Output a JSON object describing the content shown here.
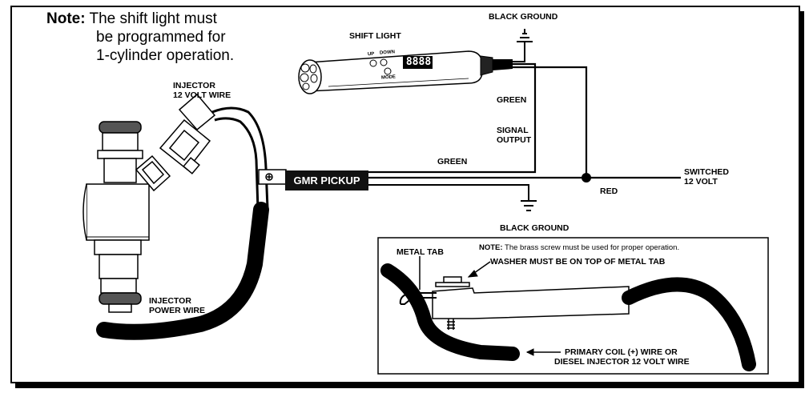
{
  "note": {
    "prefix": "Note:",
    "line1": "The shift light must",
    "line2": "be programmed for",
    "line3": "1-cylinder operation."
  },
  "labels": {
    "shift_light": "SHIFT LIGHT",
    "black_ground_top": "BLACK GROUND",
    "injector_12v_line1": "INJECTOR",
    "injector_12v_line2": "12 VOLT WIRE",
    "green_vertical": "GREEN",
    "signal_output_line1": "SIGNAL",
    "signal_output_line2": "OUTPUT",
    "green_horizontal": "GREEN",
    "gmr_pickup": "GMR PICKUP",
    "switched_line1": "SWITCHED",
    "switched_line2": "12 VOLT",
    "red": "RED",
    "black_ground_bottom": "BLACK GROUND",
    "injector_power_line1": "INJECTOR",
    "injector_power_line2": "POWER WIRE"
  },
  "device": {
    "up_label": "UP",
    "down_label": "DOWN",
    "mode_label": "MODE",
    "display": "8888"
  },
  "inset": {
    "metal_tab": "METAL TAB",
    "note_prefix": "NOTE:",
    "note_text": "The brass screw must be used for proper operation.",
    "washer": "WASHER MUST BE ON TOP OF METAL TAB",
    "primary_line1": "PRIMARY COIL (+) WIRE OR",
    "primary_line2": "DIESEL INJECTOR 12 VOLT WIRE"
  }
}
